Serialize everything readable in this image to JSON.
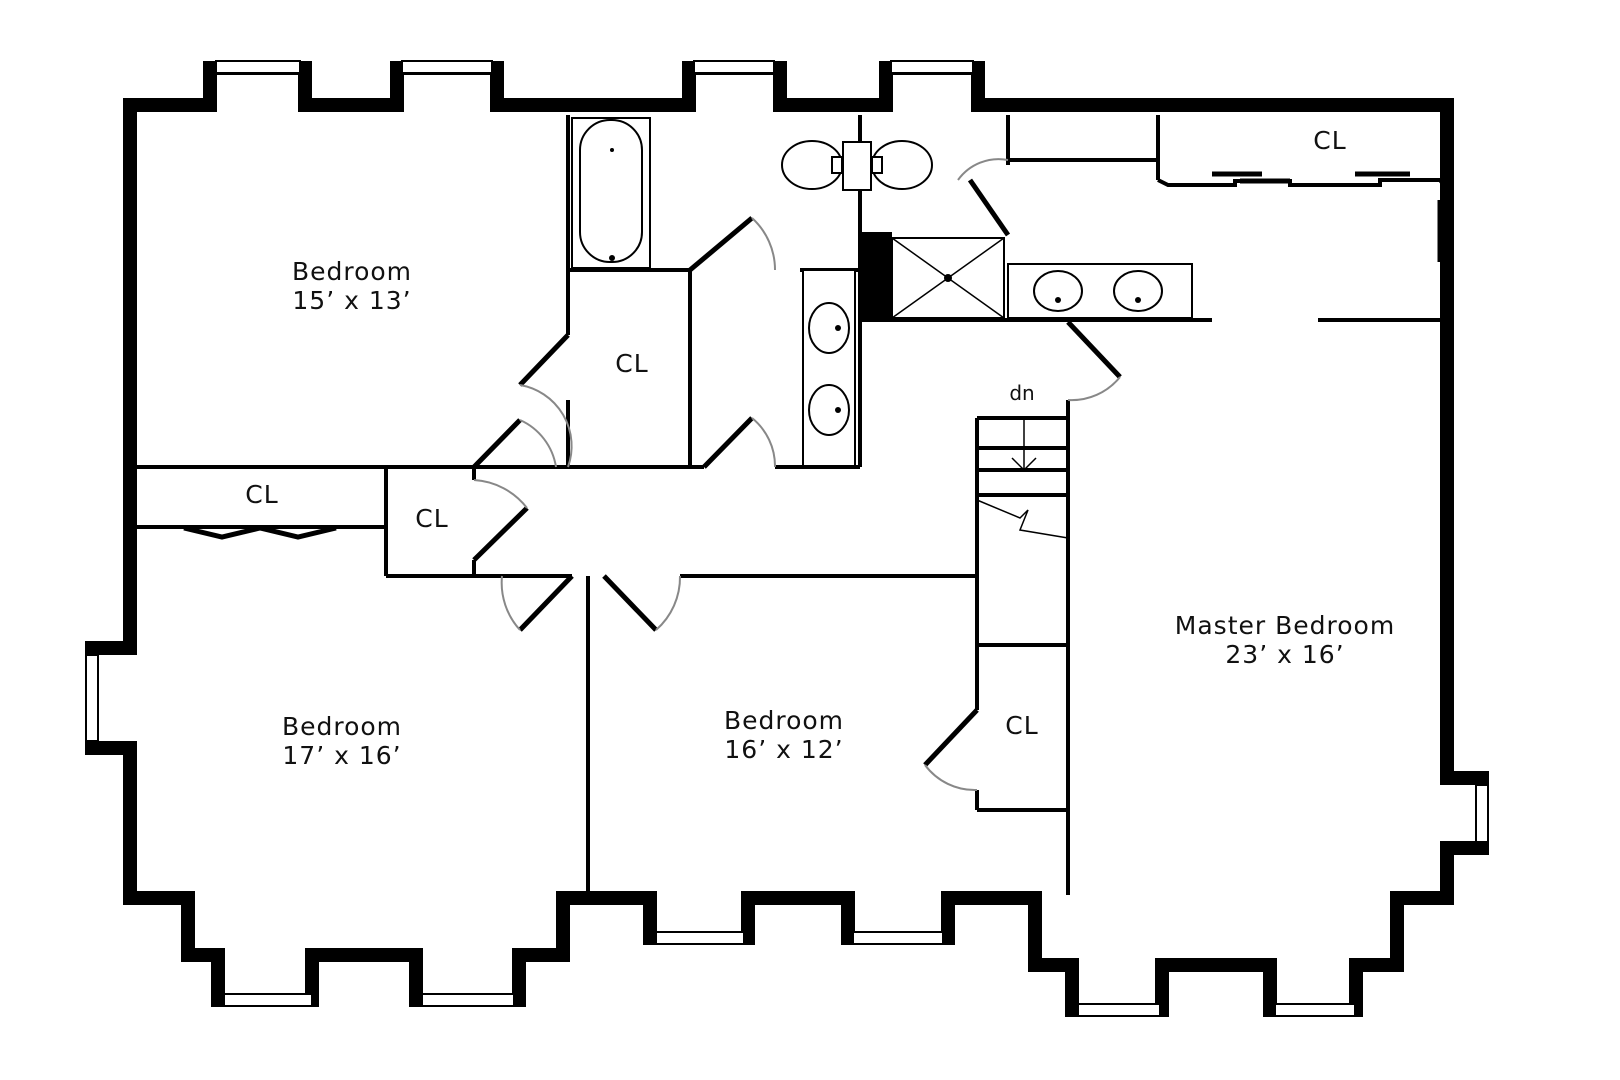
{
  "rooms": [
    {
      "id": "bedroom-nw",
      "name": "Bedroom",
      "dims": "15’ x 13’"
    },
    {
      "id": "bedroom-sw",
      "name": "Bedroom",
      "dims": "17’ x 16’"
    },
    {
      "id": "bedroom-s",
      "name": "Bedroom",
      "dims": "16’ x 12’"
    },
    {
      "id": "master-bedroom",
      "name": "Master Bedroom",
      "dims": "23’ x 16’"
    }
  ],
  "closets": [
    "CL",
    "CL",
    "CL",
    "CL",
    "CL"
  ],
  "stairs": {
    "label": "dn"
  }
}
